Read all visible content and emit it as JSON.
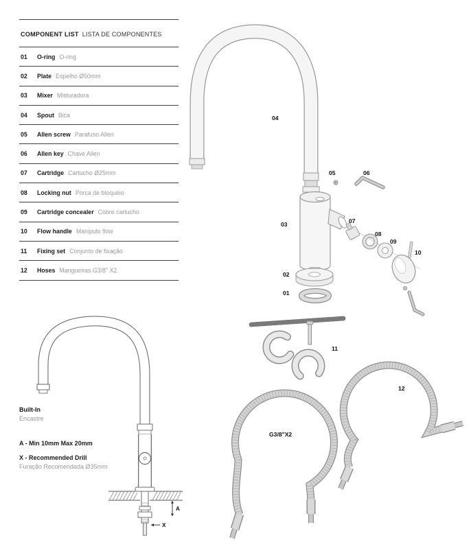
{
  "page": {
    "bg": "#ffffff",
    "text_color": "#1a1a1a",
    "muted_color": "#999999",
    "line_color": "#3f3f3f"
  },
  "component_list": {
    "title_en": "COMPONENT LIST",
    "title_pt": "LISTA DE COMPONENTES",
    "items": [
      {
        "num": "01",
        "name_en": "O-ring",
        "name_pt": "O-ring"
      },
      {
        "num": "02",
        "name_en": "Plate",
        "name_pt": "Espelho Ø50mm"
      },
      {
        "num": "03",
        "name_en": "Mixer",
        "name_pt": "Misturadora"
      },
      {
        "num": "04",
        "name_en": "Spout",
        "name_pt": "Bica"
      },
      {
        "num": "05",
        "name_en": "Allen screw",
        "name_pt": "Parafuso Allen"
      },
      {
        "num": "06",
        "name_en": "Allen key",
        "name_pt": "Chave Allen"
      },
      {
        "num": "07",
        "name_en": "Cartridge",
        "name_pt": "Cartucho Ø25mm"
      },
      {
        "num": "08",
        "name_en": "Locking nut",
        "name_pt": "Porca de bloqueio"
      },
      {
        "num": "09",
        "name_en": "Cartridge concealer",
        "name_pt": "Cobre cartucho"
      },
      {
        "num": "10",
        "name_en": "Flow handle",
        "name_pt": "Manipulo flow"
      },
      {
        "num": "11",
        "name_en": "Fixing set",
        "name_pt": "Conjunto de fixação"
      },
      {
        "num": "12",
        "name_en": "Hoses",
        "name_pt": "Mangueiras G3/8\" X2"
      }
    ]
  },
  "diagram_labels": {
    "p01": "01",
    "p02": "02",
    "p03": "03",
    "p04": "04",
    "p05": "05",
    "p06": "06",
    "p07": "07",
    "p08": "08",
    "p09": "09",
    "p10": "10",
    "p11": "11",
    "p12": "12",
    "hose_size": "G3/8\"X2"
  },
  "installation": {
    "title_en": "Built-In",
    "title_pt": "Encastre",
    "note_a": "A - Min 10mm Max 20mm",
    "note_x_en": "X - Recommended Drill",
    "note_x_pt": "Furação Recomendada Ø35mm",
    "dim_a": "A",
    "dim_x": "X"
  }
}
